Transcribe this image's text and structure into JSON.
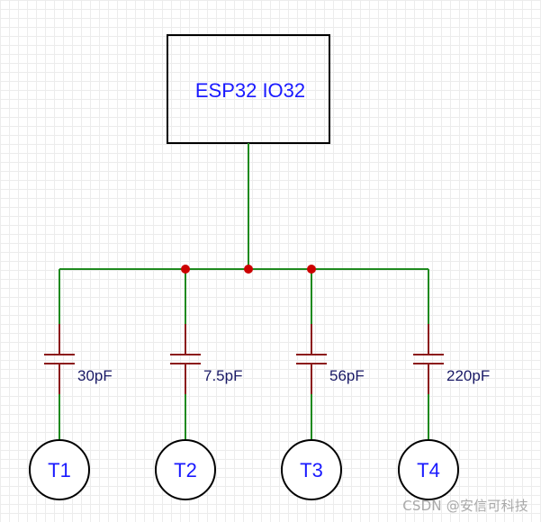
{
  "diagram": {
    "chip": {
      "label": "ESP32 IO32"
    },
    "pads": [
      {
        "label": "T1",
        "capacitor": "30pF"
      },
      {
        "label": "T2",
        "capacitor": "7.5pF"
      },
      {
        "label": "T3",
        "capacitor": "56pF"
      },
      {
        "label": "T4",
        "capacitor": "220pF"
      }
    ],
    "colors": {
      "wire": "#1f8a1f",
      "capacitor": "#8b1a1a",
      "junction": "#cc0000",
      "chip_text": "#1a1aff",
      "pad_text": "#1a1aff",
      "cap_text": "#1a1a66",
      "box_stroke": "#000000"
    }
  },
  "watermark": "CSDN @安信可科技"
}
